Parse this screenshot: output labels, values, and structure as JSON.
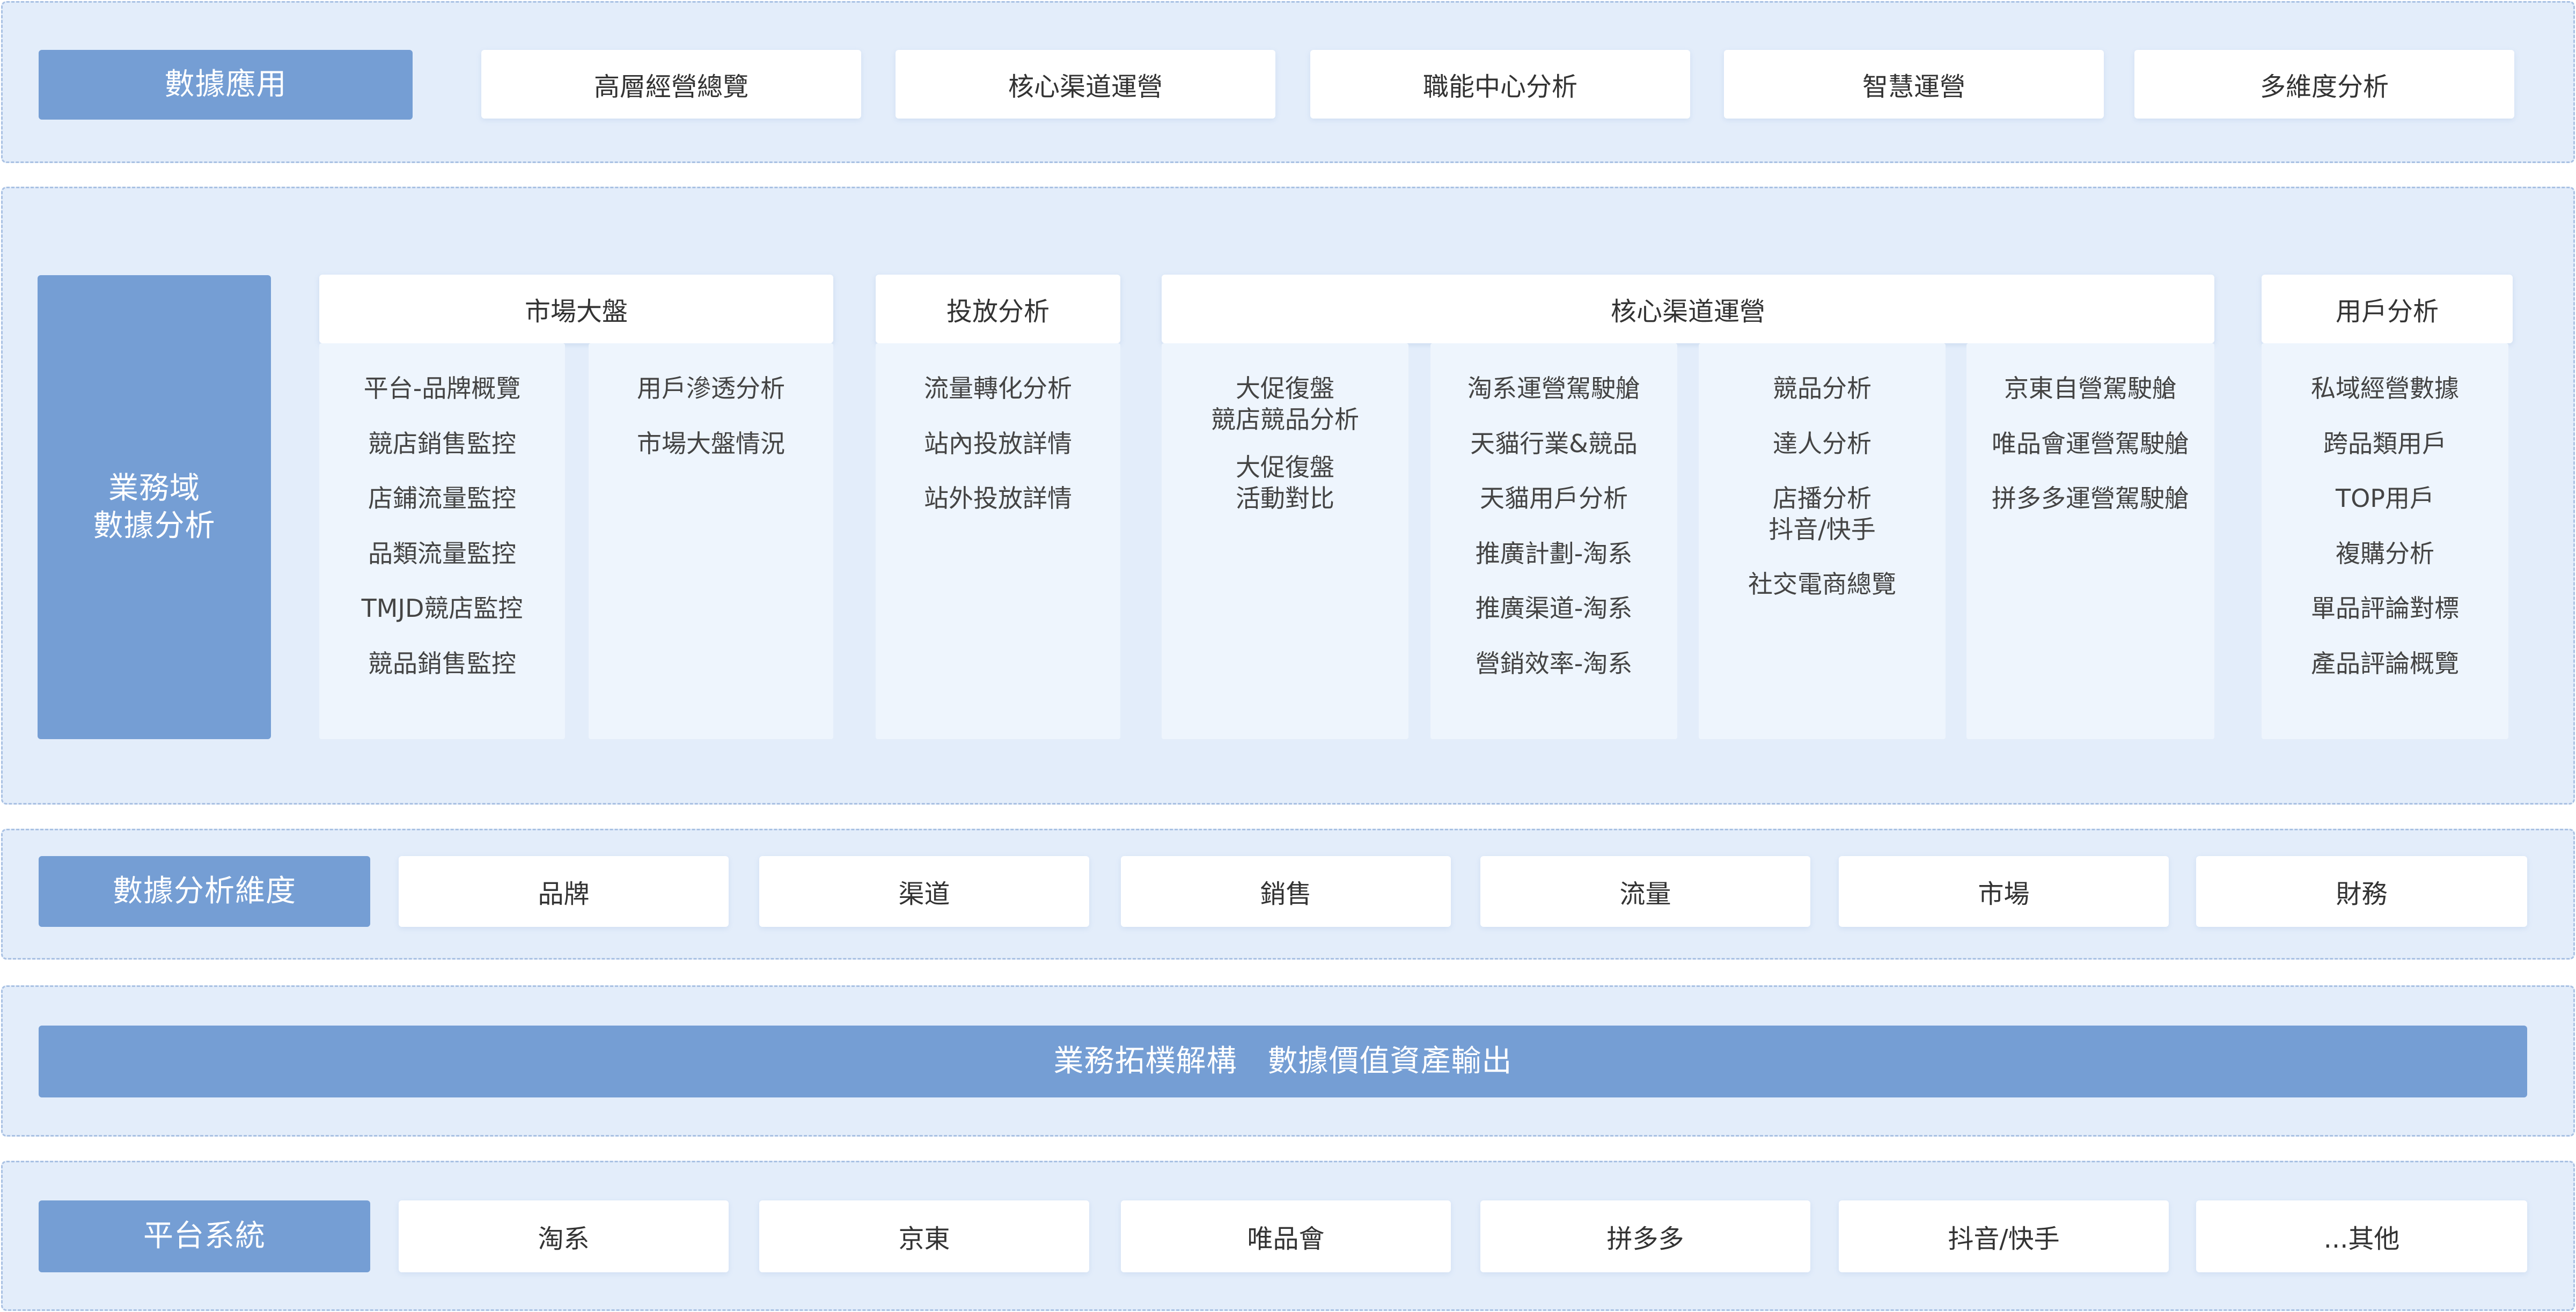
{
  "layer1": {
    "title": "數據應用",
    "items": [
      "高層經營總覽",
      "核心渠道運營",
      "職能中心分析",
      "智慧運營",
      "多維度分析"
    ]
  },
  "layer2": {
    "title": "業務域\n數據分析",
    "groups": [
      {
        "header": "市場大盤",
        "columns": [
          [
            "平台-品牌概覽",
            "競店銷售監控",
            "店鋪流量監控",
            "品類流量監控",
            "TMJD競店監控",
            "競品銷售監控"
          ],
          [
            "用戶滲透分析",
            "市場大盤情況"
          ]
        ]
      },
      {
        "header": "投放分析",
        "columns": [
          [
            "流量轉化分析",
            "站內投放詳情",
            "站外投放詳情"
          ]
        ]
      },
      {
        "header": "核心渠道運營",
        "columns": [
          [
            "大促復盤\n競店競品分析",
            "大促復盤\n活動對比"
          ],
          [
            "淘系運營駕駛艙",
            "天貓行業&競品",
            "天貓用戶分析",
            "推廣計劃-淘系",
            "推廣渠道-淘系",
            "營銷效率-淘系"
          ],
          [
            "競品分析",
            "達人分析",
            "店播分析\n抖音/快手",
            "社交電商總覽"
          ],
          [
            "京東自營駕駛艙",
            "唯品會運營駕駛艙",
            "拼多多運營駕駛艙"
          ]
        ]
      },
      {
        "header": "用戶分析",
        "columns": [
          [
            "私域經營數據",
            "跨品類用戶",
            "TOP用戶",
            "複購分析",
            "單品評論對標",
            "產品評論概覽"
          ]
        ]
      }
    ]
  },
  "layer3": {
    "title": "數據分析維度",
    "items": [
      "品牌",
      "渠道",
      "銷售",
      "流量",
      "市場",
      "財務"
    ]
  },
  "layer4": {
    "banner": "業務拓樸解構　數據價值資產輸出"
  },
  "layer5": {
    "title": "平台系統",
    "items": [
      "淘系",
      "京東",
      "唯品會",
      "拼多多",
      "抖音/快手",
      "...其他"
    ]
  }
}
